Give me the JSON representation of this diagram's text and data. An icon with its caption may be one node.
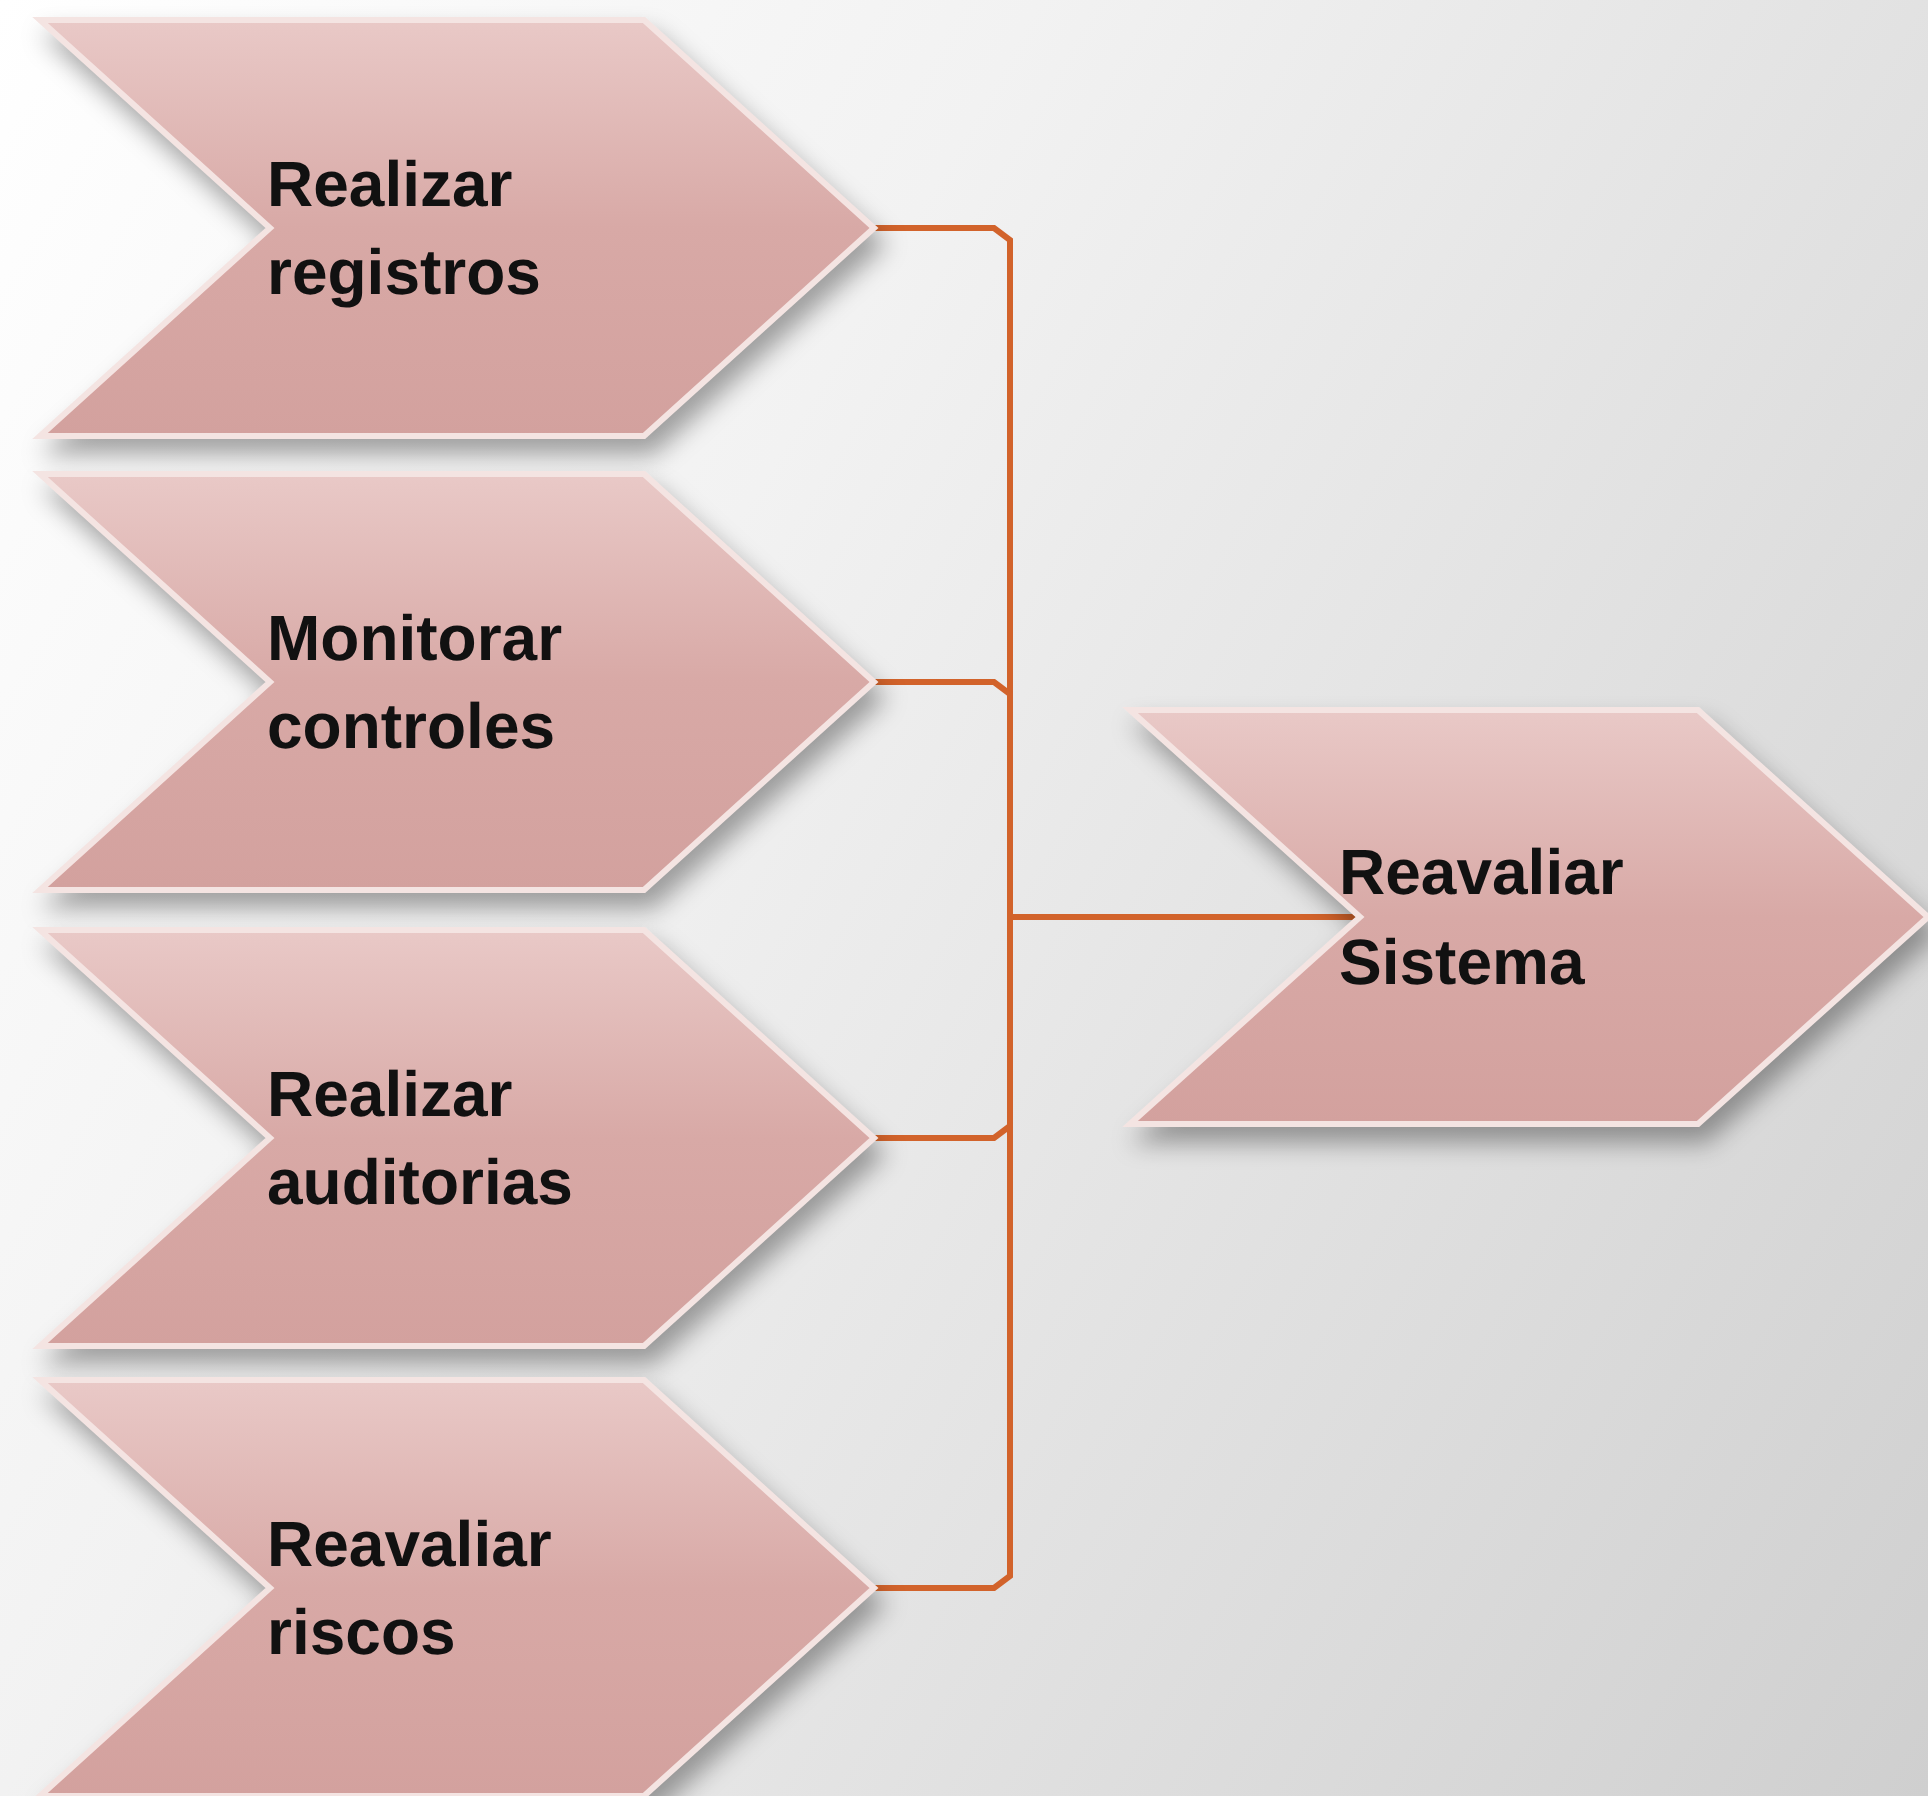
{
  "diagram": {
    "nodes": [
      {
        "text": [
          "Realizar registros"
        ]
      },
      {
        "text": [
          "Monitorar controles"
        ]
      },
      {
        "text": [
          "Realizar auditorias"
        ]
      },
      {
        "text": [
          "Reavaliar riscos"
        ]
      },
      {
        "text": [
          "Reavaliar Sistema"
        ]
      }
    ],
    "edges": [
      {
        "from": 0,
        "to": 4,
        "arrow": "none"
      },
      {
        "from": 1,
        "to": 4,
        "arrow": "none"
      },
      {
        "from": 2,
        "to": 4,
        "arrow": "none"
      },
      {
        "from": 3,
        "to": 4,
        "arrow": "none"
      }
    ]
  }
}
